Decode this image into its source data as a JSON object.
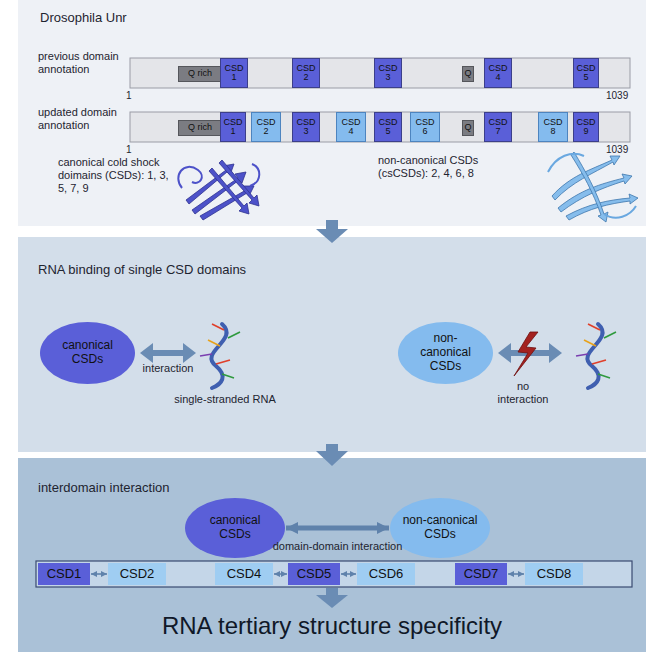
{
  "diagram": {
    "nodes": [
      {
        "text": [
          "Drosophila Unr"
        ]
      },
      {
        "text": [
          "Q rich"
        ],
        "in": 0
      },
      {
        "text": [
          "CSD 1"
        ],
        "in": 0
      },
      {
        "text": [
          "CSD 2"
        ],
        "in": 0
      },
      {
        "text": [
          "CSD 3"
        ],
        "in": 0
      },
      {
        "text": [
          "Q"
        ],
        "in": 0
      },
      {
        "text": [
          "CSD 4"
        ],
        "in": 0
      },
      {
        "text": [
          "CSD 5"
        ],
        "in": 0
      },
      {
        "text": [
          "Q rich"
        ],
        "in": 0
      },
      {
        "text": [
          "CSD 1"
        ],
        "in": 0
      },
      {
        "text": [
          "CSD 2"
        ],
        "in": 0
      },
      {
        "text": [
          "CSD 3"
        ],
        "in": 0
      },
      {
        "text": [
          "CSD 4"
        ],
        "in": 0
      },
      {
        "text": [
          "CSD 5"
        ],
        "in": 0
      },
      {
        "text": [
          "CSD 6"
        ],
        "in": 0
      },
      {
        "text": [
          "Q"
        ],
        "in": 0
      },
      {
        "text": [
          "CSD 7"
        ],
        "in": 0
      },
      {
        "text": [
          "CSD 8"
        ],
        "in": 0
      },
      {
        "text": [
          "CSD 9"
        ],
        "in": 0
      },
      {
        "text": [
          "RNA binding of single CSD domains"
        ]
      },
      {
        "text": [
          "canonical CSDs"
        ],
        "in": 19
      },
      {
        "text": [
          "non-canonical CSDs"
        ],
        "in": 19
      },
      {
        "text": [
          "interdomain interaction"
        ]
      },
      {
        "text": [
          "canonical CSDs"
        ],
        "in": 22
      },
      {
        "text": [
          "non-canonical CSDs"
        ],
        "in": 22
      },
      {
        "text": [
          "CSD1"
        ],
        "in": 22
      },
      {
        "text": [
          "CSD2"
        ],
        "in": 22
      },
      {
        "text": [
          "CSD4"
        ],
        "in": 22
      },
      {
        "text": [
          "CSD5"
        ],
        "in": 22
      },
      {
        "text": [
          "CSD6"
        ],
        "in": 22
      },
      {
        "text": [
          "CSD7"
        ],
        "in": 22
      },
      {
        "text": [
          "CSD8"
        ],
        "in": 22
      }
    ],
    "edges": [
      {
        "from": 23,
        "to": 24,
        "arrow": "both",
        "label": "domain-domain interaction"
      },
      {
        "from": 25,
        "to": 26,
        "arrow": "both"
      },
      {
        "from": 27,
        "to": 28,
        "arrow": "both"
      },
      {
        "from": 28,
        "to": 29,
        "arrow": "both"
      },
      {
        "from": 30,
        "to": 31,
        "arrow": "both"
      }
    ],
    "labels": [
      "previous domain annotation",
      "1",
      "1039",
      "updated domain annotation",
      "1",
      "1039",
      "canonical cold shock doimains (CSDs): 1, 3, 5, 7, 9",
      "non-canonical CSDs (csCSDs): 2, 4, 6, 8",
      "interaction",
      "single-stranded RNA",
      "no interaction",
      "RNA tertiary structure specificity"
    ]
  }
}
